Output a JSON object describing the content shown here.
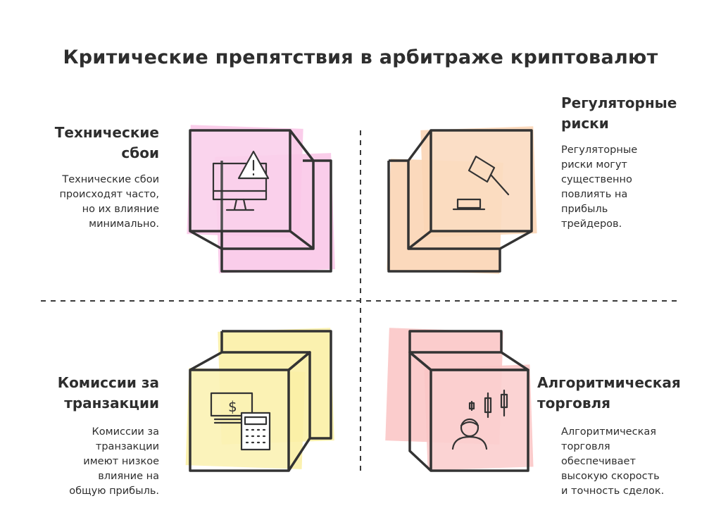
{
  "title": "Критические препятствия в арбитраже криптовалют",
  "quadrants": {
    "technical": {
      "heading_lines": [
        "Технические",
        "сбои"
      ],
      "description_lines": [
        "Технические сбои",
        "происходят часто,",
        "но их влияние",
        "минимально."
      ],
      "color": "#f9c8e8",
      "icon": "monitor-warning-icon"
    },
    "regulatory": {
      "heading_lines": [
        "Регуляторные",
        "риски"
      ],
      "description_lines": [
        "Регуляторные",
        "риски могут",
        "существенно",
        "повлиять на",
        "прибыль",
        "трейдеров."
      ],
      "color": "#fbd5b5",
      "icon": "gavel-icon"
    },
    "fees": {
      "heading_lines": [
        "Комиссии за",
        "транзакции"
      ],
      "description_lines": [
        "Комиссии за",
        "транзакции",
        "имеют низкое",
        "влияние на",
        "общую прибыль."
      ],
      "color": "#fbf0a6",
      "icon": "cash-calculator-icon"
    },
    "algo": {
      "heading_lines": [
        "Алгоритмическая",
        "торговля"
      ],
      "description_lines": [
        "Алгоритмическая",
        "торговля",
        "обеспечивает",
        "высокую скорость",
        "и точность сделок."
      ],
      "color": "#fbc6c6",
      "icon": "trader-candlestick-icon"
    }
  }
}
